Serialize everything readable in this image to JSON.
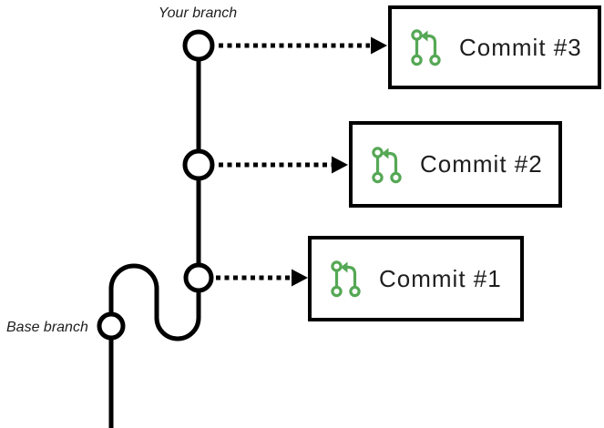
{
  "labels": {
    "your_branch": "Your branch",
    "base_branch": "Base branch"
  },
  "commit_cards": [
    {
      "label": "Commit #3",
      "icon": "git-pull-request-icon"
    },
    {
      "label": "Commit #2",
      "icon": "git-pull-request-icon"
    },
    {
      "label": "Commit #1",
      "icon": "git-pull-request-icon"
    }
  ],
  "colors": {
    "line_black": "#000000",
    "icon_green": "#55a855",
    "text": "#1e1e1e",
    "background": "#ffffff"
  }
}
